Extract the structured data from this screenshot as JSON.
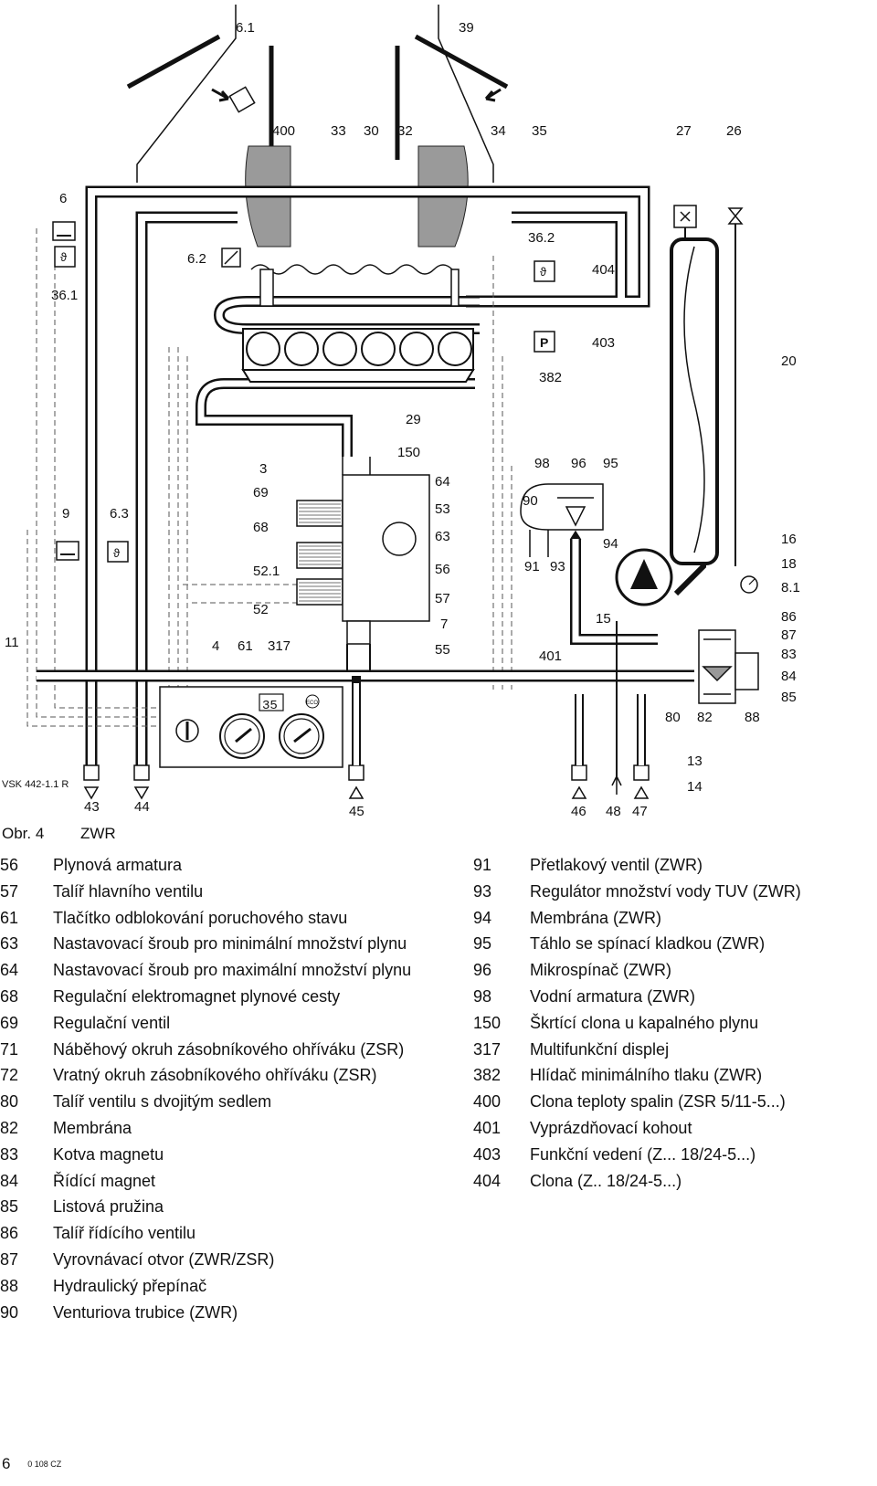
{
  "figure": {
    "tag": "VSK 442-1.1 R",
    "caption_prefix": "Obr. 4",
    "caption_text": "ZWR",
    "display_value": "35",
    "eco_label": "ECO",
    "pressure_label": "P",
    "labels": [
      {
        "id": "l61a",
        "text": "6.1"
      },
      {
        "id": "l39",
        "text": "39"
      },
      {
        "id": "l400",
        "text": "400"
      },
      {
        "id": "l33",
        "text": "33"
      },
      {
        "id": "l30",
        "text": "30"
      },
      {
        "id": "l32",
        "text": "32"
      },
      {
        "id": "l34",
        "text": "34"
      },
      {
        "id": "l35",
        "text": "35"
      },
      {
        "id": "l27",
        "text": "27"
      },
      {
        "id": "l26",
        "text": "26"
      },
      {
        "id": "l6",
        "text": "6"
      },
      {
        "id": "l362",
        "text": "36.2"
      },
      {
        "id": "l62",
        "text": "6.2"
      },
      {
        "id": "l404",
        "text": "404"
      },
      {
        "id": "l361",
        "text": "36.1"
      },
      {
        "id": "l403",
        "text": "403"
      },
      {
        "id": "l20",
        "text": "20"
      },
      {
        "id": "l382",
        "text": "382"
      },
      {
        "id": "l29",
        "text": "29"
      },
      {
        "id": "l150",
        "text": "150"
      },
      {
        "id": "l3",
        "text": "3"
      },
      {
        "id": "l64",
        "text": "64"
      },
      {
        "id": "l98",
        "text": "98"
      },
      {
        "id": "l96",
        "text": "96"
      },
      {
        "id": "l95",
        "text": "95"
      },
      {
        "id": "l69",
        "text": "69"
      },
      {
        "id": "l53",
        "text": "53"
      },
      {
        "id": "l90",
        "text": "90"
      },
      {
        "id": "l9",
        "text": "9"
      },
      {
        "id": "l63n",
        "text": "6.3"
      },
      {
        "id": "l68",
        "text": "68"
      },
      {
        "id": "l63",
        "text": "63"
      },
      {
        "id": "l16",
        "text": "16"
      },
      {
        "id": "l94",
        "text": "94"
      },
      {
        "id": "l521",
        "text": "52.1"
      },
      {
        "id": "l56",
        "text": "56"
      },
      {
        "id": "l91",
        "text": "91"
      },
      {
        "id": "l93",
        "text": "93"
      },
      {
        "id": "l18",
        "text": "18"
      },
      {
        "id": "l81",
        "text": "8.1"
      },
      {
        "id": "l52",
        "text": "52"
      },
      {
        "id": "l57",
        "text": "57"
      },
      {
        "id": "l15",
        "text": "15"
      },
      {
        "id": "l86",
        "text": "86"
      },
      {
        "id": "l11",
        "text": "11"
      },
      {
        "id": "l4",
        "text": "4"
      },
      {
        "id": "l61",
        "text": "61"
      },
      {
        "id": "l317",
        "text": "317"
      },
      {
        "id": "l7",
        "text": "7"
      },
      {
        "id": "l87",
        "text": "87"
      },
      {
        "id": "l55",
        "text": "55"
      },
      {
        "id": "l401",
        "text": "401"
      },
      {
        "id": "l83",
        "text": "83"
      },
      {
        "id": "l84",
        "text": "84"
      },
      {
        "id": "l85",
        "text": "85"
      },
      {
        "id": "l80",
        "text": "80"
      },
      {
        "id": "l82",
        "text": "82"
      },
      {
        "id": "l88",
        "text": "88"
      },
      {
        "id": "l13",
        "text": "13"
      },
      {
        "id": "l14",
        "text": "14"
      },
      {
        "id": "l43",
        "text": "43"
      },
      {
        "id": "l44",
        "text": "44"
      },
      {
        "id": "l45",
        "text": "45"
      },
      {
        "id": "l46",
        "text": "46"
      },
      {
        "id": "l48",
        "text": "48"
      },
      {
        "id": "l47",
        "text": "47"
      }
    ]
  },
  "legend_left": [
    {
      "num": "56",
      "text": "Plynová armatura"
    },
    {
      "num": "57",
      "text": "Talíř hlavního ventilu"
    },
    {
      "num": "61",
      "text": "Tlačítko odblokování poruchového stavu"
    },
    {
      "num": "63",
      "text": "Nastavovací šroub pro minimální množství plynu"
    },
    {
      "num": "64",
      "text": "Nastavovací šroub pro maximální množství plynu"
    },
    {
      "num": "68",
      "text": "Regulační elektromagnet plynové cesty"
    },
    {
      "num": "69",
      "text": "Regulační ventil"
    },
    {
      "num": "71",
      "text": "Náběhový okruh zásobníkového ohříváku (ZSR)"
    },
    {
      "num": "72",
      "text": "Vratný okruh zásobníkového ohříváku (ZSR)"
    },
    {
      "num": "80",
      "text": "Talíř ventilu s dvojitým sedlem"
    },
    {
      "num": "82",
      "text": "Membrána"
    },
    {
      "num": "83",
      "text": "Kotva magnetu"
    },
    {
      "num": "84",
      "text": "Řídící magnet"
    },
    {
      "num": "85",
      "text": "Listová pružina"
    },
    {
      "num": "86",
      "text": "Talíř řídícího ventilu"
    },
    {
      "num": "87",
      "text": "Vyrovnávací otvor (ZWR/ZSR)"
    },
    {
      "num": "88",
      "text": "Hydraulický přepínač"
    },
    {
      "num": "90",
      "text": "Venturiova trubice (ZWR)"
    }
  ],
  "legend_right": [
    {
      "num": "91",
      "text": "Přetlakový ventil (ZWR)"
    },
    {
      "num": "93",
      "text": "Regulátor množství vody TUV (ZWR)"
    },
    {
      "num": "94",
      "text": "Membrána (ZWR)"
    },
    {
      "num": "95",
      "text": "Táhlo se spínací kladkou (ZWR)"
    },
    {
      "num": "96",
      "text": "Mikrospínač (ZWR)"
    },
    {
      "num": "98",
      "text": "Vodní armatura (ZWR)"
    },
    {
      "num": "150",
      "text": "Škrtící clona u kapalného plynu"
    },
    {
      "num": "317",
      "text": "Multifunkční displej"
    },
    {
      "num": "382",
      "text": "Hlídač minimálního tlaku (ZWR)"
    },
    {
      "num": "400",
      "text": "Clona teploty spalin (ZSR 5/11-5...)"
    },
    {
      "num": "401",
      "text": "Vyprázdňovací kohout"
    },
    {
      "num": "403",
      "text": "Funkční vedení (Z... 18/24-5...)"
    },
    {
      "num": "404",
      "text": "Clona (Z.. 18/24-5...)"
    }
  ],
  "footer": {
    "page": "6",
    "code": "0 108 CZ"
  }
}
